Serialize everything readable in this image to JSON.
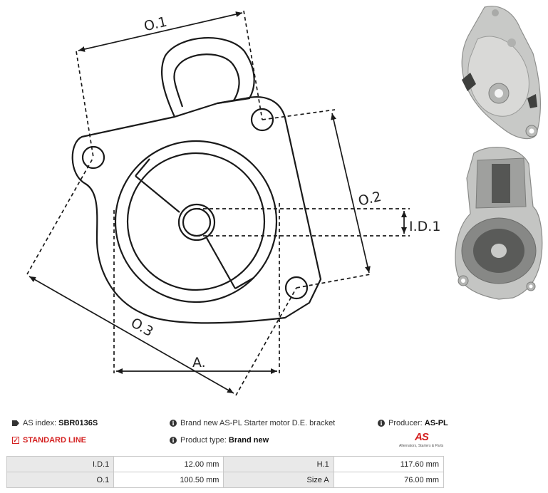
{
  "diagram": {
    "labels": {
      "o1": "O.1",
      "o2": "O.2",
      "o3": "O.3",
      "id1": "I.D.1",
      "a": "A."
    }
  },
  "photos": [
    {
      "name": "top view photo"
    },
    {
      "name": "bottom view photo"
    }
  ],
  "info": {
    "as_index_label": "AS index:",
    "as_index_value": "SBR0136S",
    "description": "Brand new AS-PL Starter motor D.E. bracket",
    "producer_label": "Producer:",
    "producer_value": "AS-PL",
    "standard_line": "STANDARD LINE",
    "product_type_label": "Product type:",
    "product_type_value": "Brand new",
    "logo_text": "AS",
    "logo_tagline": "Alternators, Starters & Parts"
  },
  "specs": [
    {
      "label1": "I.D.1",
      "value1": "12.00 mm",
      "label2": "H.1",
      "value2": "117.60 mm"
    },
    {
      "label1": "O.1",
      "value1": "100.50 mm",
      "label2": "Size A",
      "value2": "76.00 mm"
    }
  ],
  "colors": {
    "accent": "#d42020",
    "line": "#1a1a1a",
    "cell_label_bg": "#e9e9e9"
  },
  "icons": [
    "tag-icon",
    "info-icon",
    "check-icon"
  ]
}
